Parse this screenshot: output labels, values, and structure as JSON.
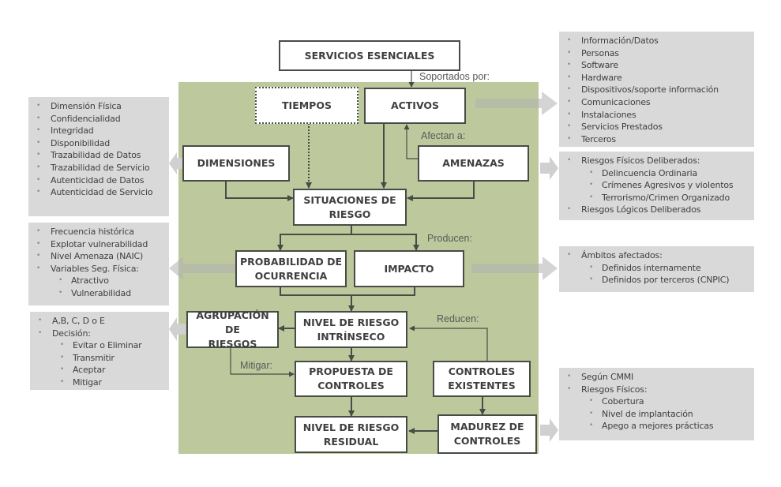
{
  "nodes": {
    "servicios": "SERVICIOS ESENCIALES",
    "tiempos": "TIEMPOS",
    "activos": "ACTIVOS",
    "dimensiones": "DIMENSIONES",
    "amenazas": "AMENAZAS",
    "situaciones": "SITUACIONES DE\nRIESGO",
    "probabilidad": "PROBABILIDAD DE\nOCURRENCIA",
    "impacto": "IMPACTO",
    "agrupacion": "AGRUPACIÓN DE\nRIESGOS",
    "intrinseco": "NIVEL DE RIESGO\nINTRÍNSECO",
    "propuesta": "PROPUESTA DE\nCONTROLES",
    "existentes": "CONTROLES\nEXISTENTES",
    "residual": "NIVEL DE RIESGO\nRESIDUAL",
    "madurez": "MADUREZ DE\nCONTROLES"
  },
  "edge_labels": {
    "soportados": "Soportados por:",
    "afectan": "Afectan a:",
    "producen": "Producen:",
    "reducen": "Reducen:",
    "mitigar": "Mitigar:"
  },
  "panels": {
    "activos": {
      "items": [
        {
          "text": "Información/Datos",
          "level": 1
        },
        {
          "text": "Personas",
          "level": 1
        },
        {
          "text": "Software",
          "level": 1
        },
        {
          "text": "Hardware",
          "level": 1
        },
        {
          "text": "Dispositivos/soporte información",
          "level": 1
        },
        {
          "text": "Comunicaciones",
          "level": 1
        },
        {
          "text": "Instalaciones",
          "level": 1
        },
        {
          "text": "Servicios Prestados",
          "level": 1
        },
        {
          "text": "Terceros",
          "level": 1
        }
      ]
    },
    "amenazas": {
      "items": [
        {
          "text": "Riesgos Físicos Deliberados:",
          "level": 1
        },
        {
          "text": "Delincuencia Ordinaria",
          "level": 2
        },
        {
          "text": "Crímenes Agresivos y violentos",
          "level": 2
        },
        {
          "text": "Terrorismo/Crimen Organizado",
          "level": 2
        },
        {
          "text": "Riesgos Lógicos Deliberados",
          "level": 1
        }
      ]
    },
    "impacto": {
      "items": [
        {
          "text": "Ámbitos afectados:",
          "level": 1
        },
        {
          "text": "Definidos internamente",
          "level": 2
        },
        {
          "text": "Definidos por terceros (CNPIC)",
          "level": 2
        }
      ]
    },
    "madurez": {
      "items": [
        {
          "text": "Según CMMI",
          "level": 1
        },
        {
          "text": "Riesgos Físicos:",
          "level": 1
        },
        {
          "text": "Cobertura",
          "level": 2
        },
        {
          "text": "Nivel de implantación",
          "level": 2
        },
        {
          "text": "Apego a mejores prácticas",
          "level": 2
        }
      ]
    },
    "dimensiones": {
      "items": [
        {
          "text": "Dimensión Física",
          "level": 1
        },
        {
          "text": "Confidencialidad",
          "level": 1
        },
        {
          "text": "Integridad",
          "level": 1
        },
        {
          "text": "Disponibilidad",
          "level": 1
        },
        {
          "text": "Trazabilidad de Datos",
          "level": 1
        },
        {
          "text": "Trazabilidad de Servicio",
          "level": 1
        },
        {
          "text": "Autenticidad de Datos",
          "level": 1
        },
        {
          "text": "Autenticidad de Servicio",
          "level": 1
        }
      ]
    },
    "probabilidad": {
      "items": [
        {
          "text": "Frecuencia histórica",
          "level": 1
        },
        {
          "text": "Explotar vulnerabilidad",
          "level": 1
        },
        {
          "text": "Nivel Amenaza (NAIC)",
          "level": 1
        },
        {
          "text": "Variables Seg. Física:",
          "level": 1
        },
        {
          "text": "Atractivo",
          "level": 2
        },
        {
          "text": "Vulnerabilidad",
          "level": 2
        }
      ]
    },
    "agrupacion": {
      "items": [
        {
          "text": "A,B, C, D o E",
          "level": 1
        },
        {
          "text": "Decisión:",
          "level": 1
        },
        {
          "text": "Evitar o Eliminar",
          "level": 2
        },
        {
          "text": "Transmitir",
          "level": 2
        },
        {
          "text": "Aceptar",
          "level": 2
        },
        {
          "text": "Mitigar",
          "level": 2
        }
      ]
    }
  },
  "colors": {
    "green_area": "#bdc99d",
    "node_border": "#474c45",
    "panel_bg": "#d9d9d9",
    "wire": "#474c45"
  }
}
